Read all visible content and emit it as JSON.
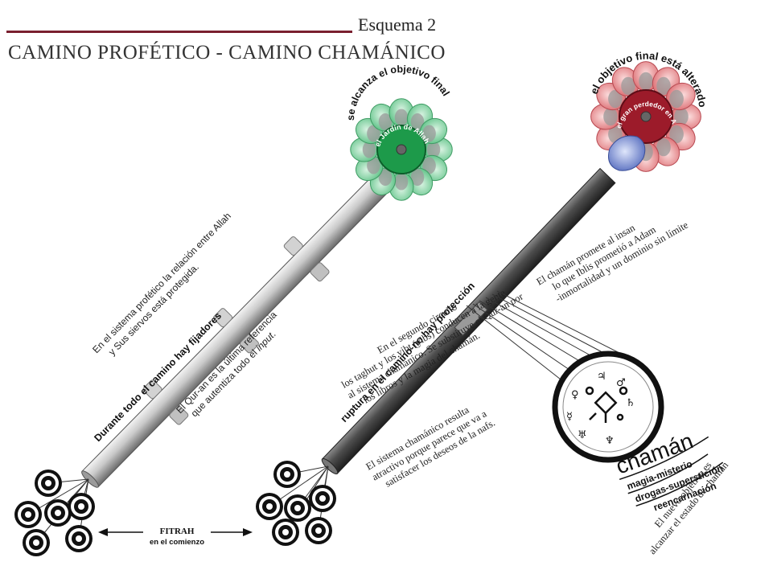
{
  "header": {
    "schema_label": "Esquema 2",
    "title": "CAMINO PROFÉTICO - CAMINO CHAMÁNICO"
  },
  "left_path": {
    "goal_label": "se alcanza el objetivo final",
    "garden_label": "el Jardín de Allah",
    "bar_label": "Durante todo el camino hay fijadores",
    "text1": [
      "En el sistema profético la relación entre Allah",
      "y Sus siervos está protegida."
    ],
    "text2_prefix": "El Qur-an es la última referencia",
    "text2_line2": "que autentiza todo el ",
    "text2_italic": "input",
    "text2_end": "."
  },
  "right_path": {
    "goal_label": "el objetivo final está alterado",
    "fire_label": "el gran perdedor en Allah",
    "bar_label": "ruptura en el camino-no hay protección",
    "circuit_text": [
      "En el segundo circuito",
      "los taghut y los yibt (yibs) conducen a la gente",
      "al sistema chamánico. Se substituye el Qur-an por",
      "los libros y la magia del chamán."
    ],
    "promise_text": [
      "El chamán promete al insan",
      "lo que Iblis prometió a Adam",
      "-inmortalidad y un dominio sin límite"
    ],
    "attractive_text": [
      "El sistema chamánico resulta",
      "atractivo porque parece que va a",
      "satisfacer los deseos de la nafs."
    ]
  },
  "shaman": {
    "title": "chamán",
    "items": [
      "magia-misterio",
      "drogas-superstición",
      "reencarnación"
    ],
    "new_goal": [
      "El nuevo objetivo es",
      "alcanzar el estado de chamán"
    ],
    "symbols": [
      "♃",
      "♂",
      "♀",
      "☿",
      "♄",
      "♅",
      "♆"
    ]
  },
  "fitrah": {
    "label": "FITRAH",
    "sublabel": "en el comienzo"
  },
  "colors": {
    "accent": "#7a1f2f",
    "garden_green": "#1d9a4a",
    "petal_green": "#7fd3a0",
    "petal_red": "#e8898c",
    "fire_red": "#9c1b2a",
    "stone_blue": "#6f85c9"
  }
}
